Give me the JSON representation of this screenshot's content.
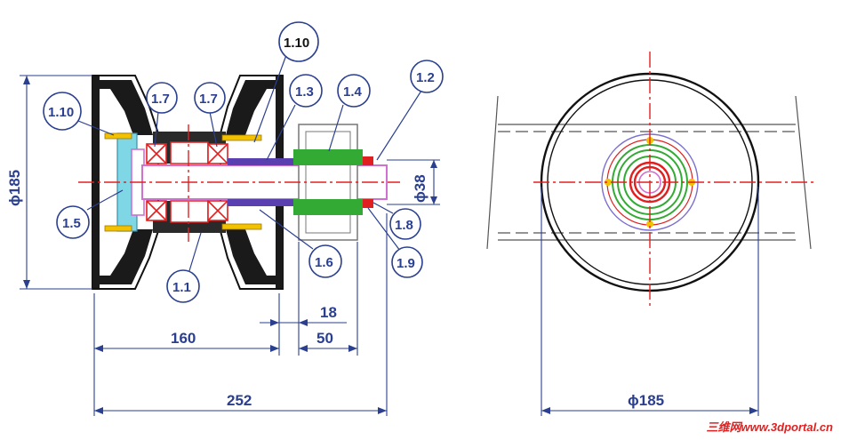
{
  "dimensions": {
    "dia_left": "ϕ185",
    "dia_shaft": "ϕ38",
    "len_160": "160",
    "len_252": "252",
    "len_18": "18",
    "len_50": "50",
    "dia_right": "ϕ185"
  },
  "labels": {
    "l110_top": "1.10",
    "l110_left": "1.10",
    "l17_a": "1.7",
    "l17_b": "1.7",
    "l13": "1.3",
    "l14": "1.4",
    "l12": "1.2",
    "l15": "1.5",
    "l11": "1.1",
    "l16": "1.6",
    "l18": "1.8",
    "l19": "1.9"
  },
  "watermark": "三维网www.3dportal.cn",
  "colors": {
    "annotation": "#2a3f8f",
    "centerline": "#e02020",
    "shaft": "#d070d0",
    "bracket": "#33aa33",
    "bearing": "#e02020",
    "bolt": "#f2c200",
    "cover": "#7fd7e6"
  }
}
